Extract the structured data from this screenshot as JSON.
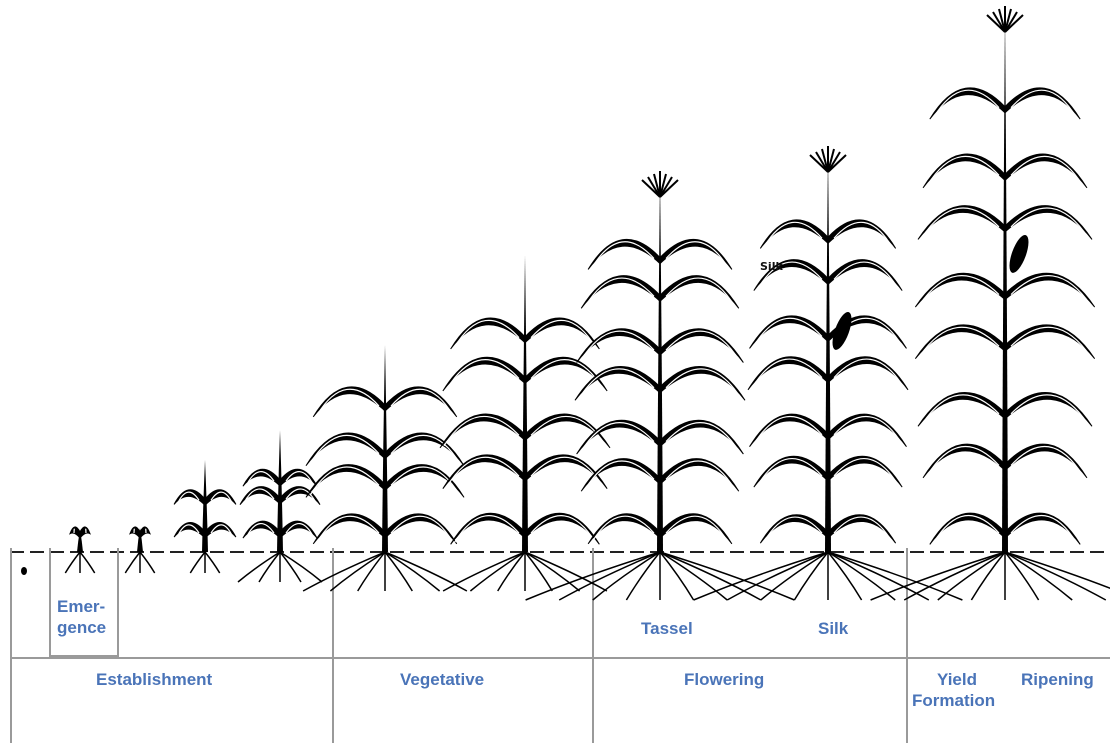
{
  "labels": {
    "emergence_line1": "Emer-",
    "emergence_line2": "gence",
    "tassel": "Tassel",
    "silk": "Silk",
    "establishment": "Establishment",
    "vegetative": "Vegetative",
    "flowering": "Flowering",
    "yield_line1": "Yield",
    "yield_line2": "Formation",
    "ripening": "Ripening",
    "silk_callout": "Silk"
  },
  "colors": {
    "label": "#4a74b8",
    "plant": "#000000",
    "divider": "#9a9a9a"
  },
  "icons": [
    "corn-plant-icon",
    "root-icon"
  ]
}
